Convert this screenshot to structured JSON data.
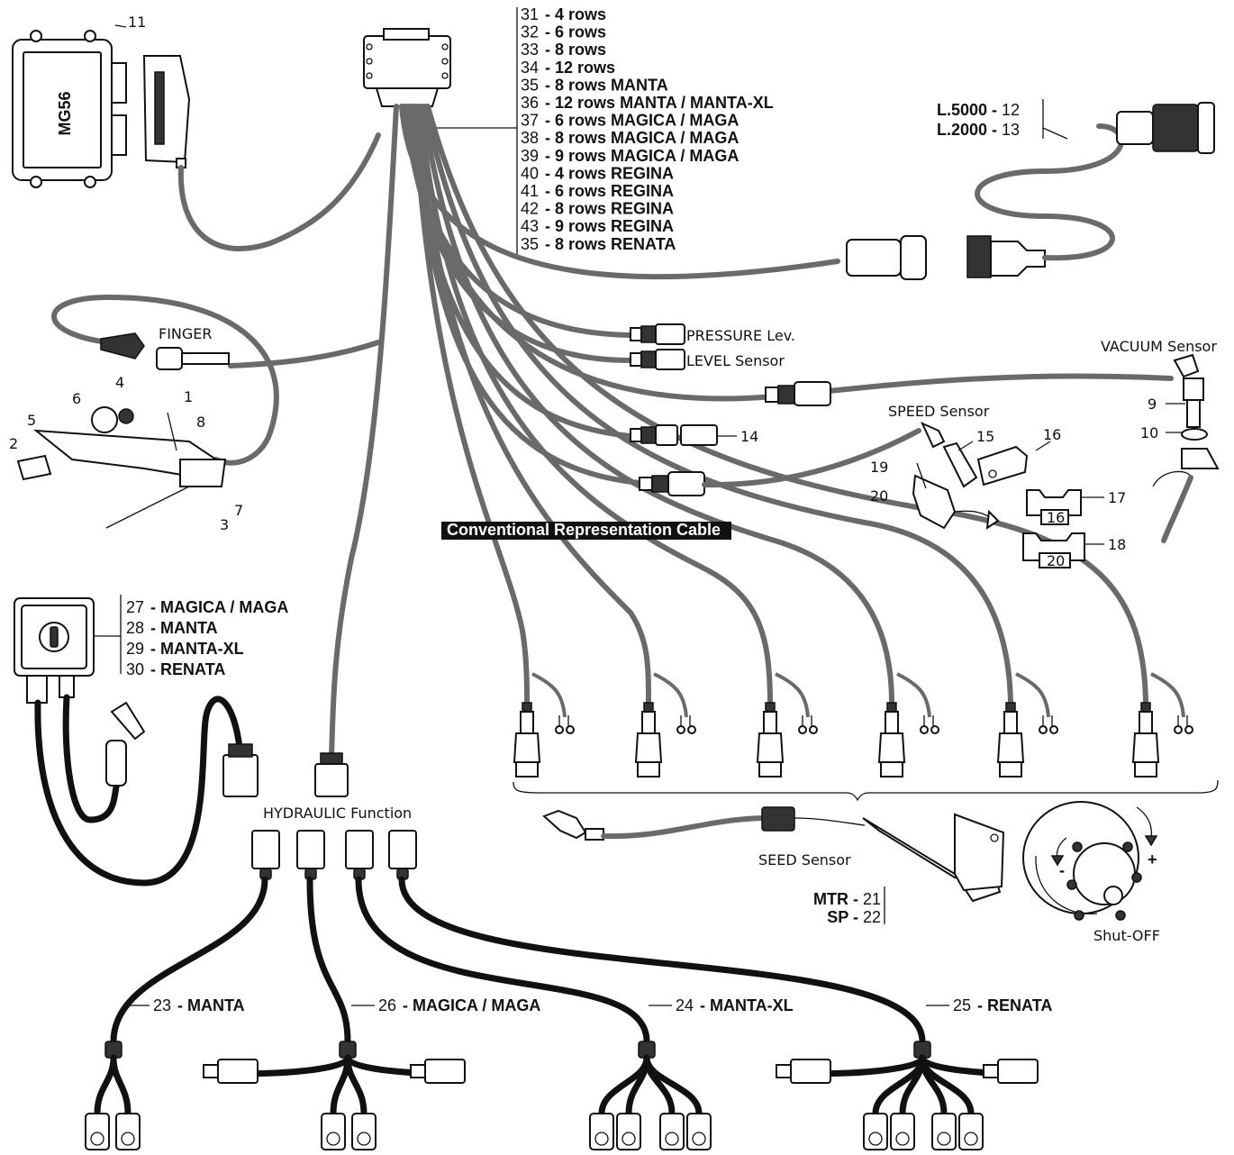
{
  "control_unit": {
    "label": "MG56",
    "ref": "11"
  },
  "main_harness_list": [
    {
      "num": "31",
      "text": "- 4 rows"
    },
    {
      "num": "32",
      "text": "- 6 rows"
    },
    {
      "num": "33",
      "text": "- 8 rows"
    },
    {
      "num": "34",
      "text": "- 12 rows"
    },
    {
      "num": "35",
      "text": "- 8 rows MANTA"
    },
    {
      "num": "36",
      "text": "- 12 rows MANTA / MANTA-XL"
    },
    {
      "num": "37",
      "text": "- 6 rows MAGICA / MAGA"
    },
    {
      "num": "38",
      "text": "- 8 rows MAGICA / MAGA"
    },
    {
      "num": "39",
      "text": "- 9 rows MAGICA / MAGA"
    },
    {
      "num": "40",
      "text": "- 4 rows REGINA"
    },
    {
      "num": "41",
      "text": "- 6 rows REGINA"
    },
    {
      "num": "42",
      "text": "- 8 rows REGINA"
    },
    {
      "num": "43",
      "text": "- 9 rows REGINA"
    },
    {
      "num": "35",
      "text": "- 8 rows RENATA"
    }
  ],
  "extension_cables": [
    {
      "code": "L.5000 -",
      "num": "12"
    },
    {
      "code": "L.2000 -",
      "num": "13"
    }
  ],
  "sensors": {
    "finger": "FINGER",
    "pressure": "PRESSURE Lev.",
    "level": "LEVEL Sensor",
    "vacuum": "VACUUM Sensor",
    "speed": "SPEED Sensor",
    "seed": "SEED Sensor",
    "shutoff": "Shut-OFF",
    "hydraulic": "HYDRAULIC Function",
    "conventional": "Conventional Representation Cable"
  },
  "finger_parts": [
    "1",
    "2",
    "3",
    "4",
    "5",
    "6",
    "7",
    "8"
  ],
  "vacuum_parts": [
    "9",
    "10"
  ],
  "connector_14": "14",
  "speed_parts": [
    "15",
    "16",
    "19",
    "20"
  ],
  "bracket_17": {
    "ref": "17",
    "size": "16"
  },
  "bracket_18": {
    "ref": "18",
    "size": "20"
  },
  "switch_list": [
    {
      "num": "27",
      "text": "- MAGICA / MAGA"
    },
    {
      "num": "28",
      "text": "- MANTA"
    },
    {
      "num": "29",
      "text": "- MANTA-XL"
    },
    {
      "num": "30",
      "text": "- RENATA"
    }
  ],
  "seed_sensor_list": [
    {
      "code": "MTR -",
      "num": "21"
    },
    {
      "code": "SP -",
      "num": "22"
    }
  ],
  "hydraulic_harnesses": [
    {
      "num": "23",
      "text": "- MANTA"
    },
    {
      "num": "26",
      "text": "- MAGICA / MAGA"
    },
    {
      "num": "24",
      "text": "- MANTA-XL"
    },
    {
      "num": "25",
      "text": "- RENATA"
    }
  ],
  "shutoff_signs": {
    "minus": "-",
    "plus": "+"
  }
}
